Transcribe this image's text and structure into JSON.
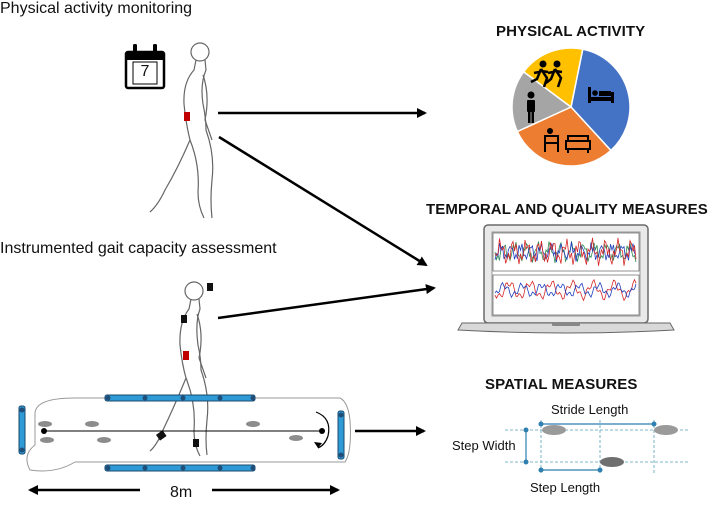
{
  "sections": {
    "monitoring": "Physical activity monitoring",
    "assessment": "Instrumented gait capacity assessment"
  },
  "outputs": {
    "physical_activity": "PHYSICAL ACTIVITY",
    "temporal_quality": "TEMPORAL AND QUALITY MEASURES",
    "spatial": "SPATIAL MEASURES"
  },
  "calendar": {
    "day": "7"
  },
  "walkway": {
    "distance": "8m"
  },
  "spatial_labels": {
    "stride_length": "Stride Length",
    "step_width": "Step Width",
    "step_length": "Step Length"
  },
  "pie": {
    "slices": [
      {
        "activity": "lying",
        "icon": "bed-person-icon",
        "fraction": 0.35,
        "color": "#4472c4"
      },
      {
        "activity": "sitting",
        "icon": "desk-sofa-icon",
        "fraction": 0.3,
        "color": "#ed7d31"
      },
      {
        "activity": "standing",
        "icon": "standing-person-icon",
        "fraction": 0.17,
        "color": "#a5a5a5"
      },
      {
        "activity": "walking-running",
        "icon": "running-people-icon",
        "fraction": 0.18,
        "color": "#ffc000"
      }
    ]
  },
  "colors": {
    "sensor_red": "#c00000",
    "walkway_blue": "#2e9bd6",
    "sensor_black": "#111111"
  }
}
